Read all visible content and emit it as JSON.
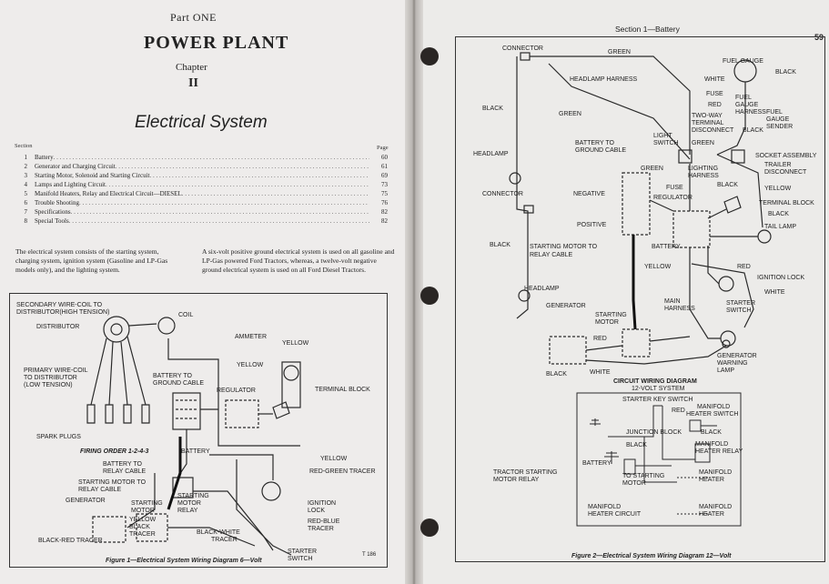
{
  "left_page": {
    "part": "Part ONE",
    "title": "POWER PLANT",
    "chapter_label": "Chapter",
    "chapter_number": "II",
    "section_title": "Electrical System",
    "toc_section_header": "Section",
    "toc_page_header": "Page",
    "toc": [
      {
        "num": "1",
        "label": "Battery",
        "page": "60"
      },
      {
        "num": "2",
        "label": "Generator and Charging Circuit",
        "page": "61"
      },
      {
        "num": "3",
        "label": "Starting Motor, Solenoid and Starting Circuit",
        "page": "69"
      },
      {
        "num": "4",
        "label": "Lamps and Lighting Circuit",
        "page": "73"
      },
      {
        "num": "5",
        "label": "Manifold Heaters, Relay and Electrical Circuit—DIESEL",
        "page": "75"
      },
      {
        "num": "6",
        "label": "Trouble Shooting",
        "page": "76"
      },
      {
        "num": "7",
        "label": "Specifications",
        "page": "82"
      },
      {
        "num": "8",
        "label": "Special Tools",
        "page": "82"
      }
    ],
    "intro_left": "The electrical system consists of the starting system, charging system, ignition system (Gasoline and LP-Gas models only), and the lighting system.",
    "intro_right": "A six-volt positive ground electrical system is used on all gasoline and LP-Gas powered Ford Tractors, whereas, a twelve-volt negative ground electrical system is used on all Ford Diesel Tractors.",
    "figure1": {
      "labels": {
        "secondary_wire": "SECONDARY WIRE-COIL TO",
        "secondary_wire2": "DISTRIBUTOR(HIGH TENSION)",
        "coil": "COIL",
        "distributor": "DISTRIBUTOR",
        "ammeter": "AMMETER",
        "yellow1": "YELLOW",
        "yellow2": "YELLOW",
        "primary_wire": "PRIMARY WIRE-COIL",
        "primary_wire2": "TO DISTRIBUTOR",
        "primary_wire3": "(LOW TENSION)",
        "battery_ground": "BATTERY TO",
        "battery_ground2": "GROUND CABLE",
        "regulator": "REGULATOR",
        "terminal_block": "TERMINAL BLOCK",
        "spark_plugs": "SPARK PLUGS",
        "firing_order": "FIRING ORDER 1-2-4-3",
        "battery": "BATTERY",
        "battery_relay": "BATTERY TO",
        "battery_relay2": "RELAY CABLE",
        "yellow3": "YELLOW",
        "starting_relay": "STARTING MOTOR TO",
        "starting_relay2": "RELAY CABLE",
        "red_green": "RED-GREEN TRACER",
        "generator": "GENERATOR",
        "starting_motor": "STARTING",
        "starting_motor2": "MOTOR",
        "starting_motor_relay": "STARTING",
        "starting_motor_relay2": "MOTOR",
        "starting_motor_relay3": "RELAY",
        "ignition_lock": "IGNITION",
        "ignition_lock2": "LOCK",
        "yellow_black": "YELLOW",
        "yellow_black2": "BLACK",
        "yellow_black3": "TRACER",
        "red_blue": "RED-BLUE",
        "red_blue2": "TRACER",
        "black_red": "BLACK-RED TRACER",
        "black_white": "BLACK-WHITE",
        "black_white2": "TRACER",
        "starter_switch": "STARTER",
        "starter_switch2": "SWITCH",
        "fig_code": "T 186"
      },
      "caption": "Figure 1—Electrical System Wiring Diagram 6—Volt"
    }
  },
  "right_page": {
    "running_head": "Section 1—Battery",
    "page_number": "59",
    "figure2": {
      "labels": {
        "connector1": "CONNECTOR",
        "green1": "GREEN",
        "fuel_gauge": "FUEL GAUGE",
        "black1": "BLACK",
        "headlamp_harness": "HEADLAMP HARNESS",
        "white1": "WHITE",
        "fuse1": "FUSE",
        "red1": "RED",
        "fuel_gauge_harness": "FUEL",
        "fuel_gauge_harness2": "GAUGE",
        "fuel_gauge_harness3": "HARNESS",
        "fuel_gauge_sender": "FUEL",
        "fuel_gauge_sender2": "GAUGE",
        "fuel_gauge_sender3": "SENDER",
        "two_way": "TWO-WAY",
        "two_way2": "TERMINAL",
        "two_way3": "DISCONNECT",
        "black2": "BLACK",
        "green2": "GREEN",
        "light_switch": "LIGHT",
        "light_switch2": "SWITCH",
        "green3": "GREEN",
        "battery_ground": "BATTERY TO",
        "battery_ground2": "GROUND CABLE",
        "socket": "SOCKET ASSEMBLY",
        "trailer": "TRAILER",
        "trailer2": "DISCONNECT",
        "headlamp1": "HEADLAMP",
        "green4": "GREEN",
        "lighting_harness": "LIGHTING",
        "lighting_harness2": "HARNESS",
        "connector2": "CONNECTOR",
        "negative": "NEGATIVE",
        "fuse2": "FUSE",
        "black3": "BLACK",
        "yellow1": "YELLOW",
        "regulator": "REGULATOR",
        "terminal_block": "TERMINAL BLOCK",
        "black4": "BLACK",
        "positive": "POSITIVE",
        "tail_lamp": "TAIL LAMP",
        "black5": "BLACK",
        "battery": "BATTERY",
        "starting_relay": "STARTING MOTOR TO",
        "starting_relay2": "RELAY CABLE",
        "red2": "RED",
        "yellow2": "YELLOW",
        "ignition_lock": "IGNITION LOCK",
        "headlamp2": "HEADLAMP",
        "white2": "WHITE",
        "generator": "GENERATOR",
        "main_harness": "MAIN",
        "main_harness2": "HARNESS",
        "starting_motor": "STARTING",
        "starting_motor2": "MOTOR",
        "starter_switch": "STARTER",
        "starter_switch2": "SWITCH",
        "red3": "RED",
        "generator_lamp": "GENERATOR",
        "generator_lamp2": "WARNING",
        "generator_lamp3": "LAMP",
        "black6": "BLACK",
        "white3": "WHITE",
        "circuit_title": "CIRCUIT WIRING DIAGRAM",
        "circuit_title2": "12-VOLT SYSTEM",
        "starter_key": "STARTER KEY SWITCH",
        "red4": "RED",
        "manifold_heater_switch": "MANIFOLD",
        "manifold_heater_switch2": "HEATER SWITCH",
        "junction_block": "JUNCTION BLOCK",
        "black7": "BLACK",
        "black8": "BLACK",
        "manifold_relay": "MANIFOLD",
        "manifold_relay2": "HEATER RELAY",
        "battery2": "BATTERY",
        "to_starting_motor": "TO STARTING",
        "to_starting_motor2": "MOTOR",
        "manifold_heater": "MANIFOLD",
        "manifold_heater2": "HEATER",
        "tractor_relay": "TRACTOR STARTING",
        "tractor_relay2": "MOTOR RELAY",
        "manifold_circuit": "MANIFOLD",
        "manifold_circuit2": "HEATER CIRCUIT",
        "manifold_heater3": "MANIFOLD",
        "manifold_heater4": "HEATER"
      },
      "caption": "Figure 2—Electrical System Wiring Diagram 12—Volt"
    }
  }
}
